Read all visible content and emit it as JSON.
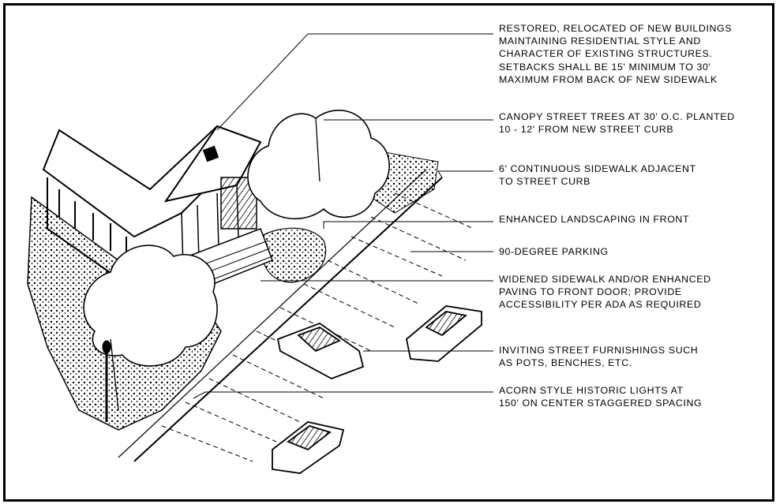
{
  "annotations": [
    {
      "id": "buildings",
      "text": "RESTORED, RELOCATED OF NEW BUILDINGS\nMAINTAINING RESIDENTIAL STYLE AND\nCHARACTER OF EXISTING STRUCTURES.\nSETBACKS SHALL BE 15' MINIMUM TO 30'\nMAXIMUM FROM BACK OF NEW SIDEWALK"
    },
    {
      "id": "trees",
      "text": "CANOPY STREET TREES AT 30' O.C. PLANTED\n10 - 12' FROM NEW STREET CURB"
    },
    {
      "id": "sidewalk",
      "text": "6' CONTINUOUS SIDEWALK ADJACENT\nTO STREET CURB"
    },
    {
      "id": "landscaping",
      "text": "ENHANCED LANDSCAPING IN FRONT"
    },
    {
      "id": "parking",
      "text": "90-DEGREE PARKING"
    },
    {
      "id": "paving",
      "text": "WIDENED SIDEWALK AND/OR ENHANCED\nPAVING TO FRONT DOOR; PROVIDE\nACCESSIBILITY PER ADA AS REQUIRED"
    },
    {
      "id": "furnishings",
      "text": "INVITING STREET FURNISHINGS SUCH\nAS POTS, BENCHES, ETC."
    },
    {
      "id": "lights",
      "text": "ACORN STYLE HISTORIC LIGHTS AT\n150' ON CENTER STAGGERED SPACING"
    }
  ]
}
